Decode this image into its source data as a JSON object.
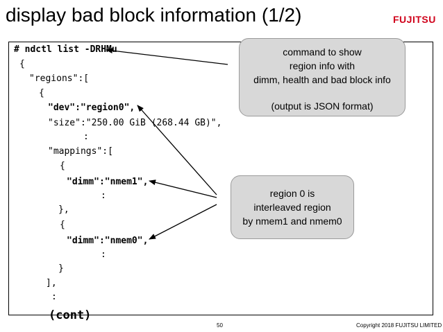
{
  "header": {
    "title": "display bad block information (1/2)",
    "logo_text": "FUJITSU",
    "logo_color": "#d0021b"
  },
  "code_lines": [
    {
      "text": "# ndctl list -DRHMu",
      "style": "bold"
    },
    {
      "text": "{",
      "style": "normal"
    },
    {
      "text": "\"regions\":[",
      "style": "normal"
    },
    {
      "text": "{",
      "style": "normal"
    },
    {
      "text": "\"dev\":\"region0\",",
      "style": "bold"
    },
    {
      "text": "\"size\":\"250.00 GiB (268.44 GB)\",",
      "style": "normal"
    },
    {
      "text": ":",
      "style": "normal"
    },
    {
      "text": "\"mappings\":[",
      "style": "normal"
    },
    {
      "text": "{",
      "style": "normal"
    },
    {
      "text": "\"dimm\":\"nmem1\",",
      "style": "bold"
    },
    {
      "text": ":",
      "style": "normal"
    },
    {
      "text": "},",
      "style": "normal"
    },
    {
      "text": "{",
      "style": "normal"
    },
    {
      "text": "\"dimm\":\"nmem0\",",
      "style": "bold"
    },
    {
      "text": ":",
      "style": "normal"
    },
    {
      "text": "}",
      "style": "normal"
    },
    {
      "text": "],",
      "style": "normal"
    },
    {
      "text": ":",
      "style": "normal"
    },
    {
      "text": "(cont)",
      "style": "big"
    }
  ],
  "callouts": {
    "command": {
      "line1": "command to show",
      "line2": "region info with",
      "line3": "dimm, health and bad block info",
      "line4": "(output is JSON format)"
    },
    "region": {
      "line1": "region 0 is",
      "line2": "interleaved region",
      "line3": "by nmem1 and nmem0"
    }
  },
  "footer": {
    "page_number": "50",
    "copyright": "Copyright 2018 FUJITSU LIMITED"
  }
}
